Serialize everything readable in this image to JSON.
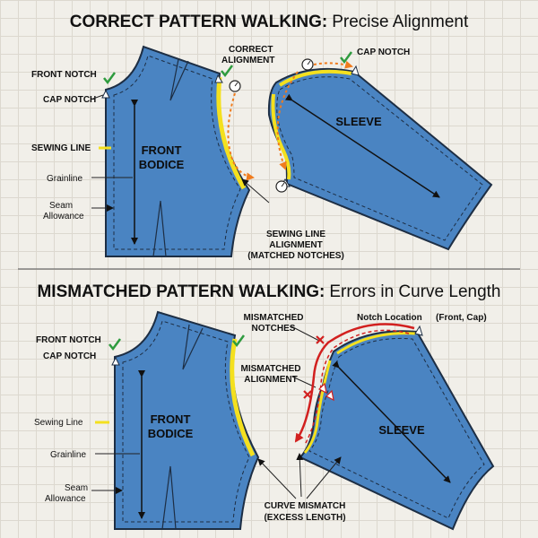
{
  "top": {
    "title_bold": "CORRECT PATTERN WALKING:",
    "title_rest": "Precise Alignment",
    "labels": {
      "front_notch": "FRONT NOTCH",
      "cap_notch_left": "CAP NOTCH",
      "sewing_line": "SEWING LINE",
      "grainline": "Grainline",
      "seam_1": "Seam",
      "seam_2": "Allowance",
      "correct_1": "CORRECT",
      "correct_2": "ALIGNMENT",
      "cap_notch_right": "CAP NOTCH",
      "sla_1": "SEWING LINE",
      "sla_2": "ALIGNMENT",
      "sla_3": "(MATCHED NOTCHES)"
    },
    "front_bodice_1": "FRONT",
    "front_bodice_2": "BODICE",
    "sleeve": "SLEEVE"
  },
  "bottom": {
    "title_bold": "MISMATCHED PATTERN WALKING:",
    "title_rest": "Errors in Curve Length",
    "labels": {
      "front_notch": "FRONT NOTCH",
      "cap_notch": "CAP NOTCH",
      "sewing_line": "Sewing Line",
      "grainline": "Grainline",
      "seam_1": "Seam",
      "seam_2": "Allowance",
      "mm_notches_1": "MISMATCHED",
      "mm_notches_2": "NOTCHES",
      "notch_location": "Notch Location",
      "front_cap": "(Front, Cap)",
      "mm_align_1": "MISMATCHED",
      "mm_align_2": "ALIGNMENT",
      "curve_1": "CURVE MISMATCH",
      "curve_2": "(EXCESS LENGTH)"
    },
    "front_bodice_1": "FRONT",
    "front_bodice_2": "BODICE",
    "sleeve": "SLEEVE"
  },
  "colors": {
    "fabric": "#4a84c2",
    "outline": "#1d2e44",
    "sewing_line": "#f4e01e",
    "correct_arrow": "#f07c1e",
    "error_red": "#d2201f",
    "check_green": "#2e9b3e"
  },
  "icons": [
    "check-icon",
    "x-icon",
    "measuring-wheel-icon",
    "notch-triangle-icon"
  ]
}
